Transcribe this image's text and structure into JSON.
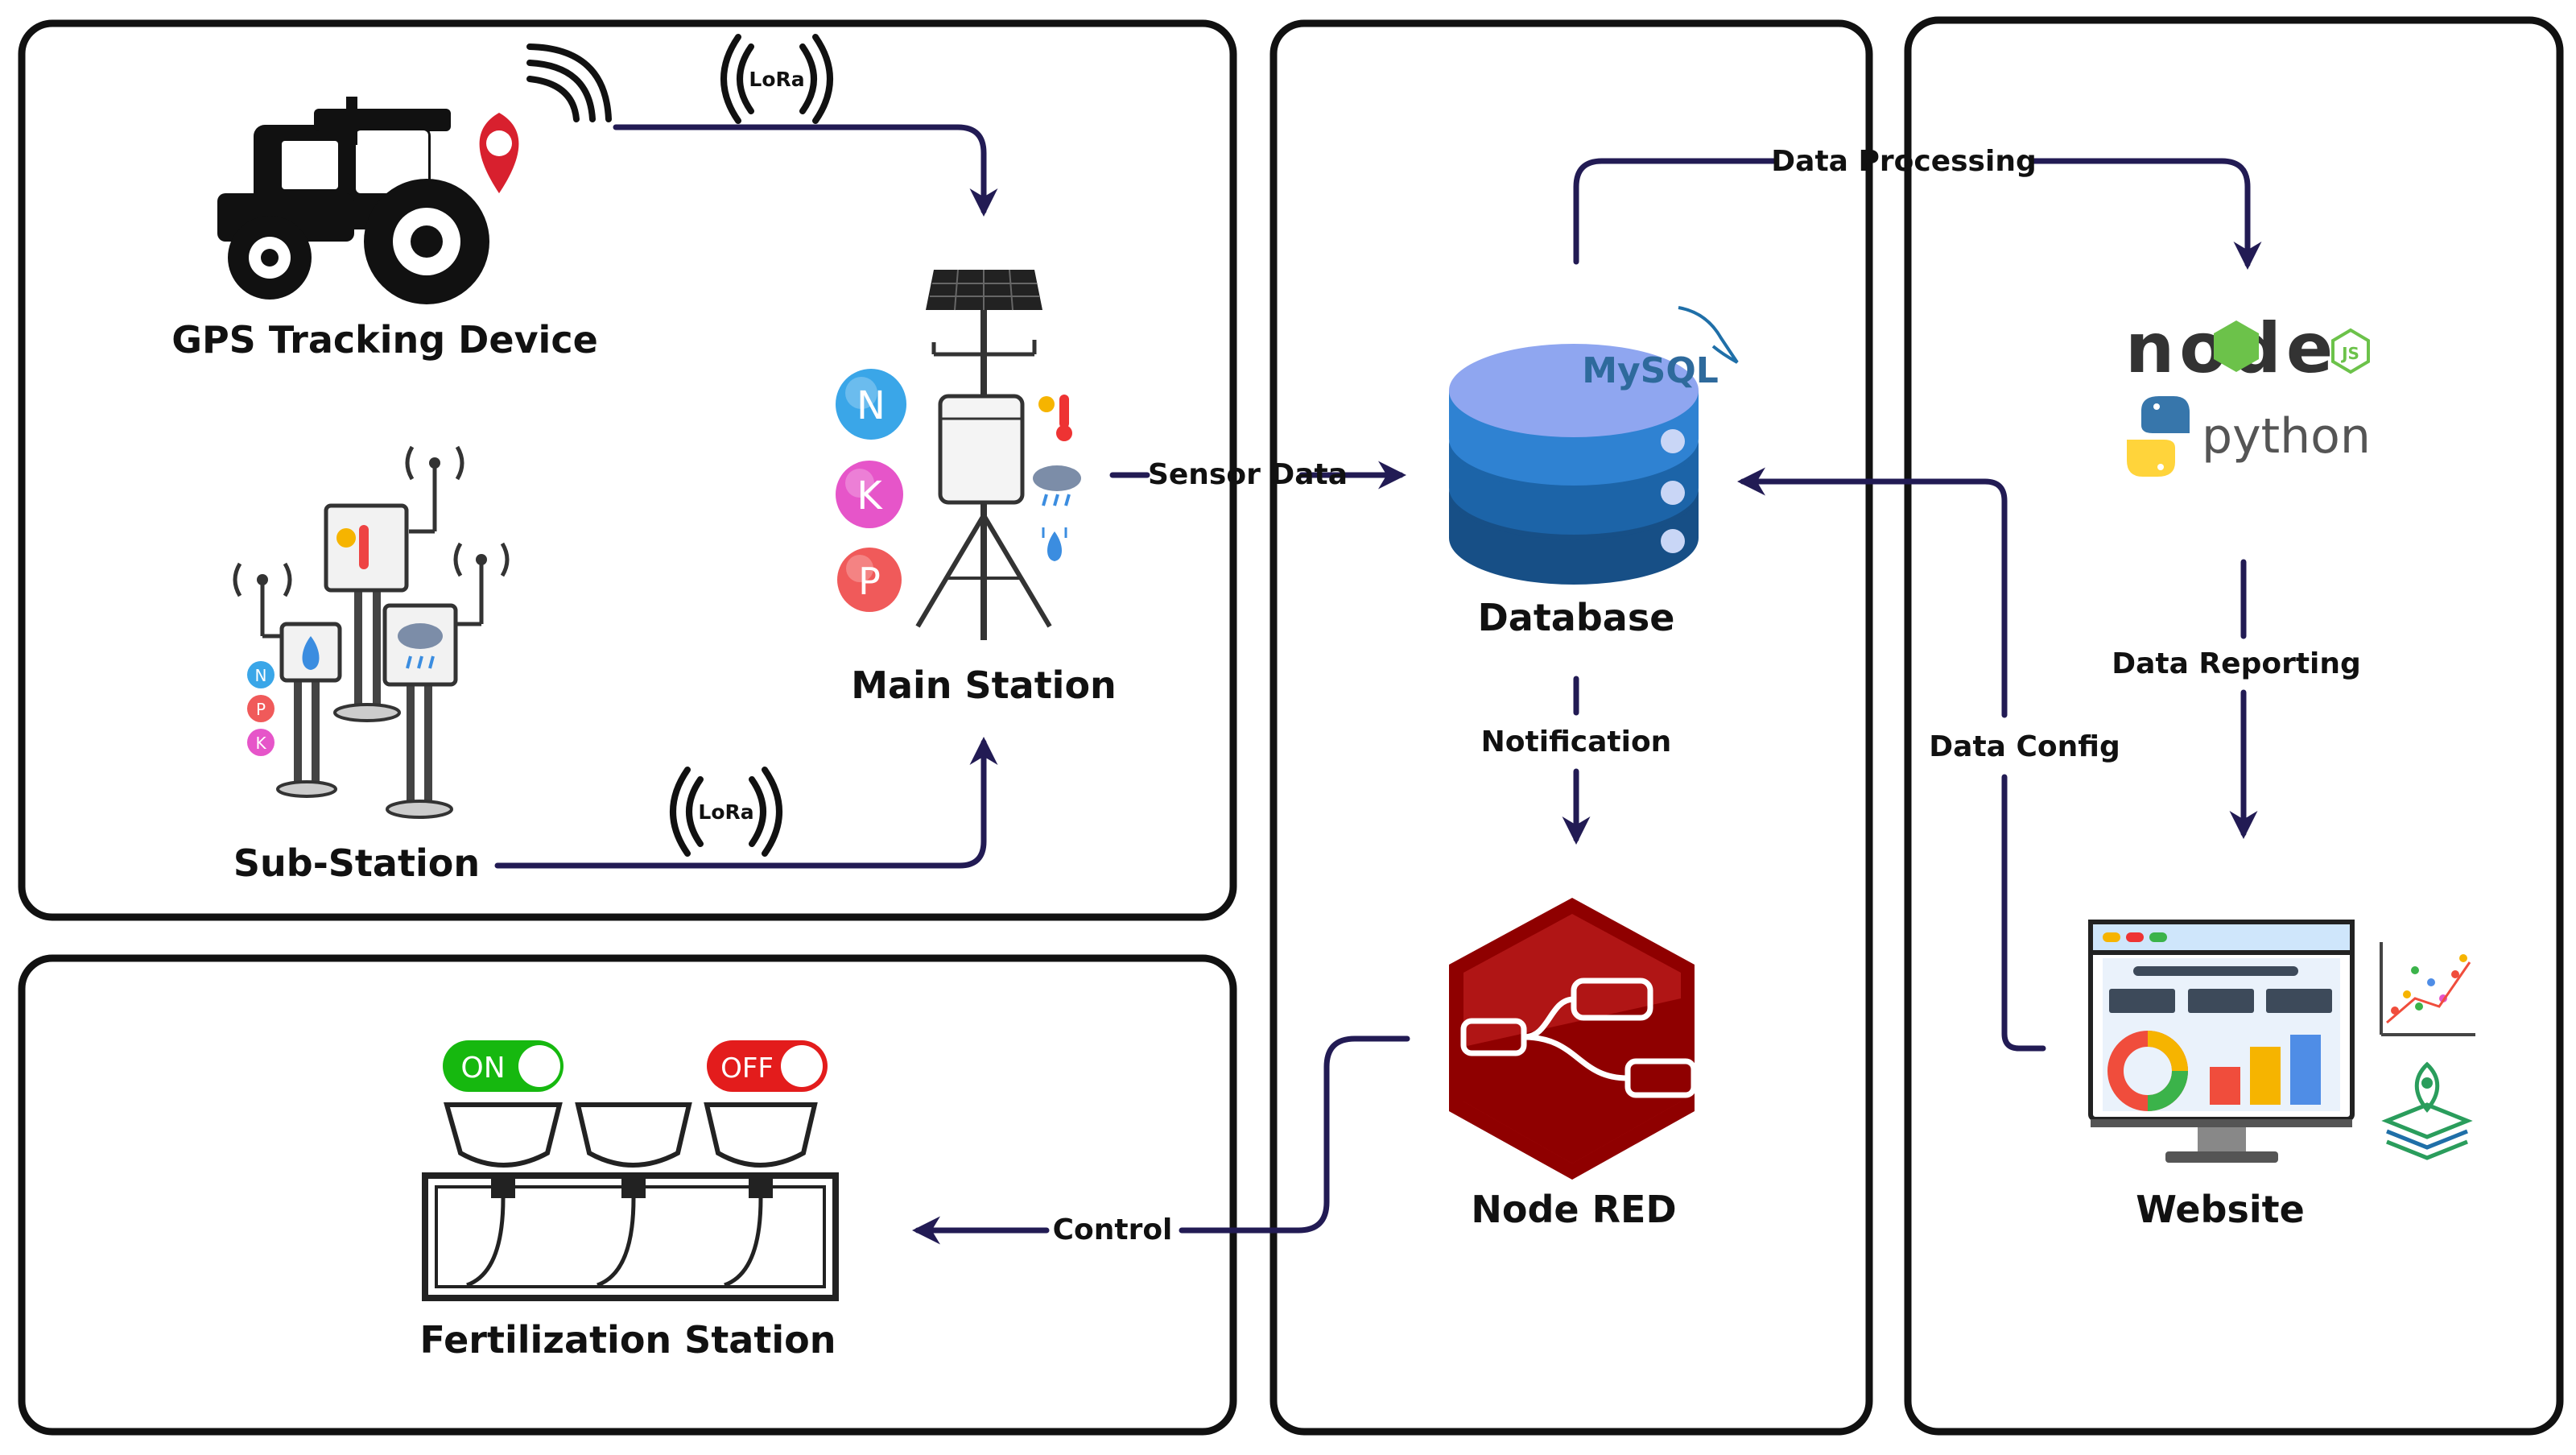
{
  "nodes": {
    "gps": "GPS Tracking Device",
    "substation": "Sub-Station",
    "main_station": "Main Station",
    "database": "Database",
    "node_red": "Node RED",
    "website": "Website",
    "fertilization": "Fertilization Station"
  },
  "edges": {
    "sensor_data": "Sensor Data",
    "data_processing": "Data Processing",
    "data_reporting": "Data Reporting",
    "data_config": "Data Config",
    "notification": "Notification",
    "control": "Control"
  },
  "badges": {
    "lora": "LoRa",
    "mysql": "MySQL",
    "node_wordmark": "node",
    "js_badge": "JS",
    "python_wordmark": "python",
    "valve_on": "ON",
    "valve_off": "OFF",
    "nutrient_n": "N",
    "nutrient_k": "K",
    "nutrient_p": "P"
  },
  "colors": {
    "arrow": "#221b54",
    "db_top": "#8fa6f0",
    "db_body": "#1f78c8",
    "node_red": "#8f0000",
    "on_green": "#16b80f",
    "off_red": "#e31c1c",
    "n_blue": "#3aa6e8",
    "k_pink": "#e655c9",
    "p_red": "#f05a5a"
  }
}
